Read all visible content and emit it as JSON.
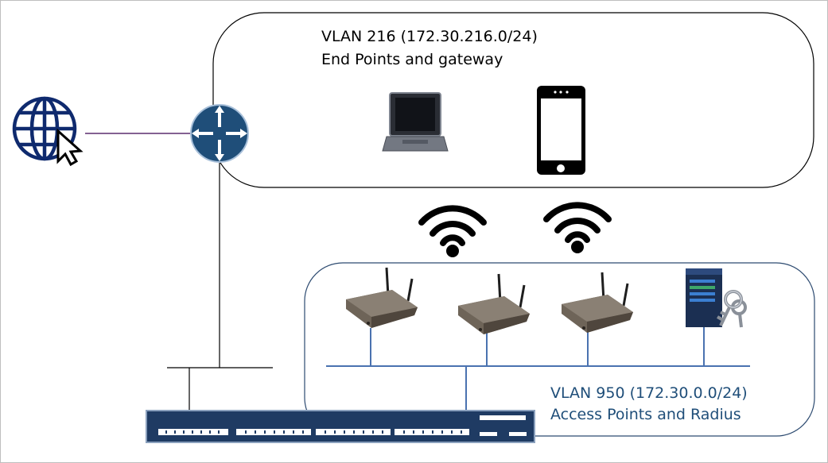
{
  "vlan216": {
    "line1": "VLAN 216 (172.30.216.0/24)",
    "line2": "End Points and gateway"
  },
  "vlan950": {
    "line1": "VLAN 950 (172.30.0.0/24)",
    "line2": "Access Points and Radius",
    "text_color": "#1f4e79"
  },
  "colors": {
    "router": "#1f4e79",
    "switch": "#1f3b63",
    "internet_globe": "#0f2a6e",
    "internet_link": "#5b2d6e",
    "zone_border": "#000000",
    "vlan950_border": "#2c4a70",
    "vlan950_lan": "#4a72b0"
  },
  "icons": [
    "globe-cursor-icon",
    "router-icon",
    "laptop-icon",
    "smartphone-icon",
    "wifi-icon",
    "access-point-icon",
    "radius-server-icon",
    "switch-icon"
  ]
}
